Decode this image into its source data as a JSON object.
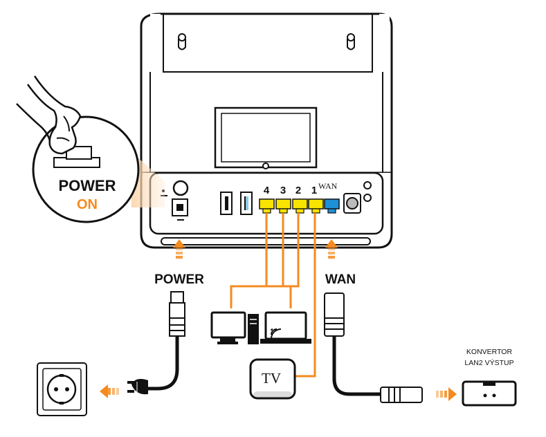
{
  "labels": {
    "power_on_top": "POWER",
    "power_on_bottom": "ON",
    "power_port": "POWER",
    "wan_port": "WAN",
    "wan_small": "WAN",
    "port_4": "4",
    "port_3": "3",
    "port_2": "2",
    "port_1": "1",
    "tv": "TV",
    "converter_line1": "KONVERTOR",
    "converter_line2": "LAN2 VÝSTUP"
  },
  "colors": {
    "orange": "#F58A1F",
    "lan_yellow": "#F7E400",
    "wan_blue": "#1E90D6",
    "outline": "#111111"
  }
}
